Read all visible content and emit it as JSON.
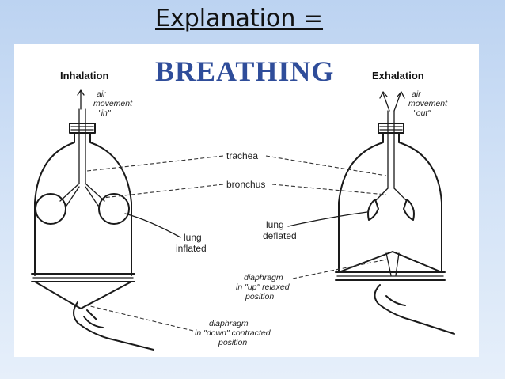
{
  "slide": {
    "title": "Explanation ="
  },
  "diagram": {
    "heading": "BREATHING",
    "left": {
      "title": "Inhalation",
      "air_line1": "air",
      "air_line2": "movement",
      "air_line3": "\"in\"",
      "lung_line1": "lung",
      "lung_line2": "inflated",
      "diaphragm_line1": "diaphragm",
      "diaphragm_line2": "in \"down\" contracted",
      "diaphragm_line3": "position"
    },
    "right": {
      "title": "Exhalation",
      "air_line1": "air",
      "air_line2": "movement",
      "air_line3": "\"out\"",
      "lung_line1": "lung",
      "lung_line2": "deflated",
      "diaphragm_line1": "diaphragm",
      "diaphragm_line2": "in \"up\" relaxed",
      "diaphragm_line3": "position"
    },
    "center": {
      "trachea": "trachea",
      "bronchus": "bronchus"
    }
  }
}
